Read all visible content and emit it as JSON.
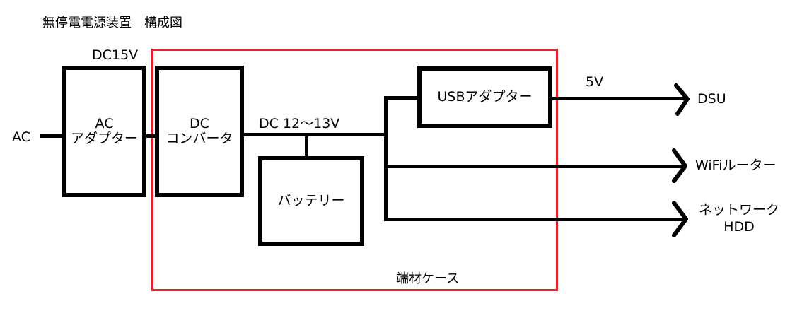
{
  "title": "無停電電源装置　構成図",
  "enclosure": {
    "label": "端材ケース",
    "color": "#e8202a"
  },
  "inputs": {
    "ac_label": "AC",
    "dc15_label": "DC15V"
  },
  "blocks": {
    "ac_adapter": {
      "line1": "AC",
      "line2": "アダプター"
    },
    "dc_converter": {
      "line1": "DC",
      "line2": "コンバータ"
    },
    "battery": {
      "label": "バッテリー"
    },
    "usb_adapter": {
      "label": "USBアダプター"
    }
  },
  "bus_label": "DC 12～13V",
  "usb_output_label": "5V",
  "outputs": [
    {
      "label": "DSU"
    },
    {
      "label": "WiFiルーター"
    },
    {
      "line1": "ネットワーク",
      "line2": "HDD"
    }
  ]
}
